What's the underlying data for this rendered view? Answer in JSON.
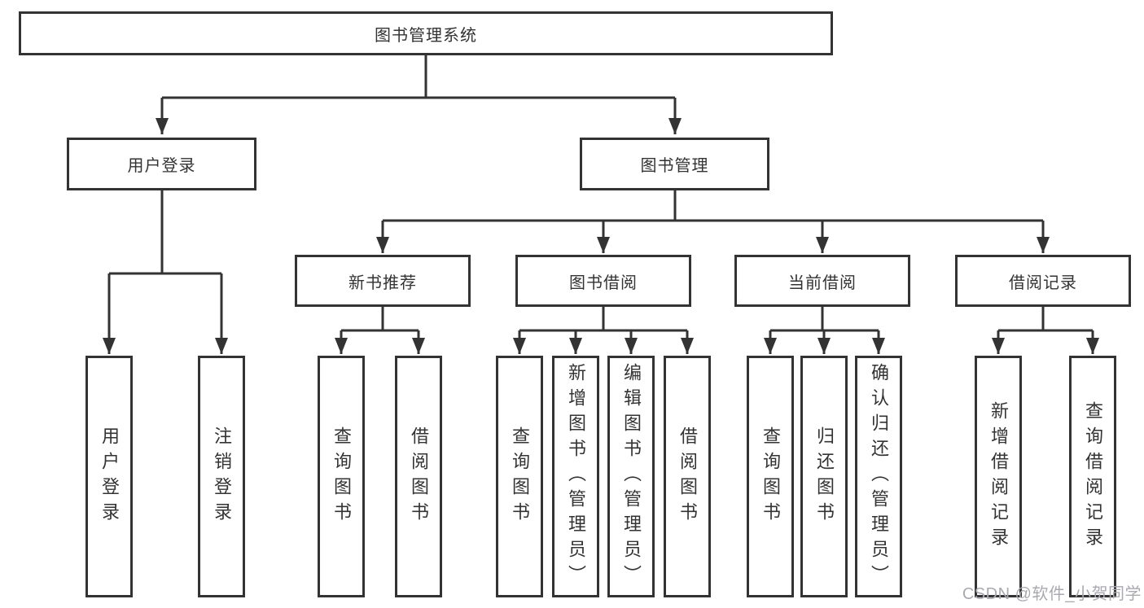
{
  "diagram": {
    "root": {
      "label": "图书管理系统"
    },
    "branches": [
      {
        "label": "用户登录",
        "children": [
          {
            "label": "用户登录"
          },
          {
            "label": "注销登录"
          }
        ]
      },
      {
        "label": "图书管理",
        "children": [
          {
            "label": "新书推荐",
            "children": [
              {
                "label": "查询图书"
              },
              {
                "label": "借阅图书"
              }
            ]
          },
          {
            "label": "图书借阅",
            "children": [
              {
                "label": "查询图书"
              },
              {
                "label": "新增图书（管理员）"
              },
              {
                "label": "编辑图书（管理员）"
              },
              {
                "label": "借阅图书"
              }
            ]
          },
          {
            "label": "当前借阅",
            "children": [
              {
                "label": "查询图书"
              },
              {
                "label": "归还图书"
              },
              {
                "label": "确认归还（管理员）"
              }
            ]
          },
          {
            "label": "借阅记录",
            "children": [
              {
                "label": "新增借阅记录"
              },
              {
                "label": "查询借阅记录"
              }
            ]
          }
        ]
      }
    ]
  },
  "watermark": {
    "text": "CSDN @软件_小贺同学"
  },
  "colors": {
    "line": "#333333",
    "box_border": "#333333",
    "text": "#333333",
    "background": "#ffffff",
    "watermark": "#a9a9b0"
  }
}
